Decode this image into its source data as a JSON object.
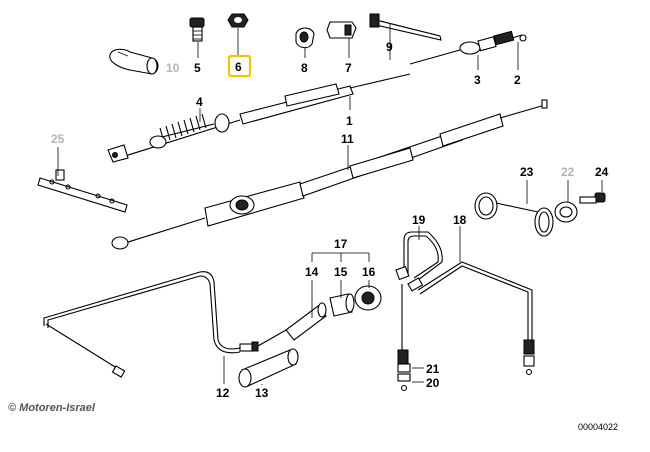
{
  "callouts": {
    "c1": "1",
    "c2": "2",
    "c3": "3",
    "c4": "4",
    "c5": "5",
    "c6": "6",
    "c7": "7",
    "c8": "8",
    "c9": "9",
    "c10": "10",
    "c11": "11",
    "c12": "12",
    "c13": "13",
    "c14": "14",
    "c15": "15",
    "c16": "16",
    "c17": "17",
    "c18": "18",
    "c19": "19",
    "c20": "20",
    "c21": "21",
    "c22": "22",
    "c23": "23",
    "c24": "24",
    "c25": "25"
  },
  "highlight": {
    "part": "6",
    "color": "#f5c400"
  },
  "colors": {
    "active_label": "#000000",
    "inactive_label": "#b3b3b3"
  },
  "footer": {
    "copyright": "© Motoren-Israel",
    "diagram_code": "00004022"
  }
}
